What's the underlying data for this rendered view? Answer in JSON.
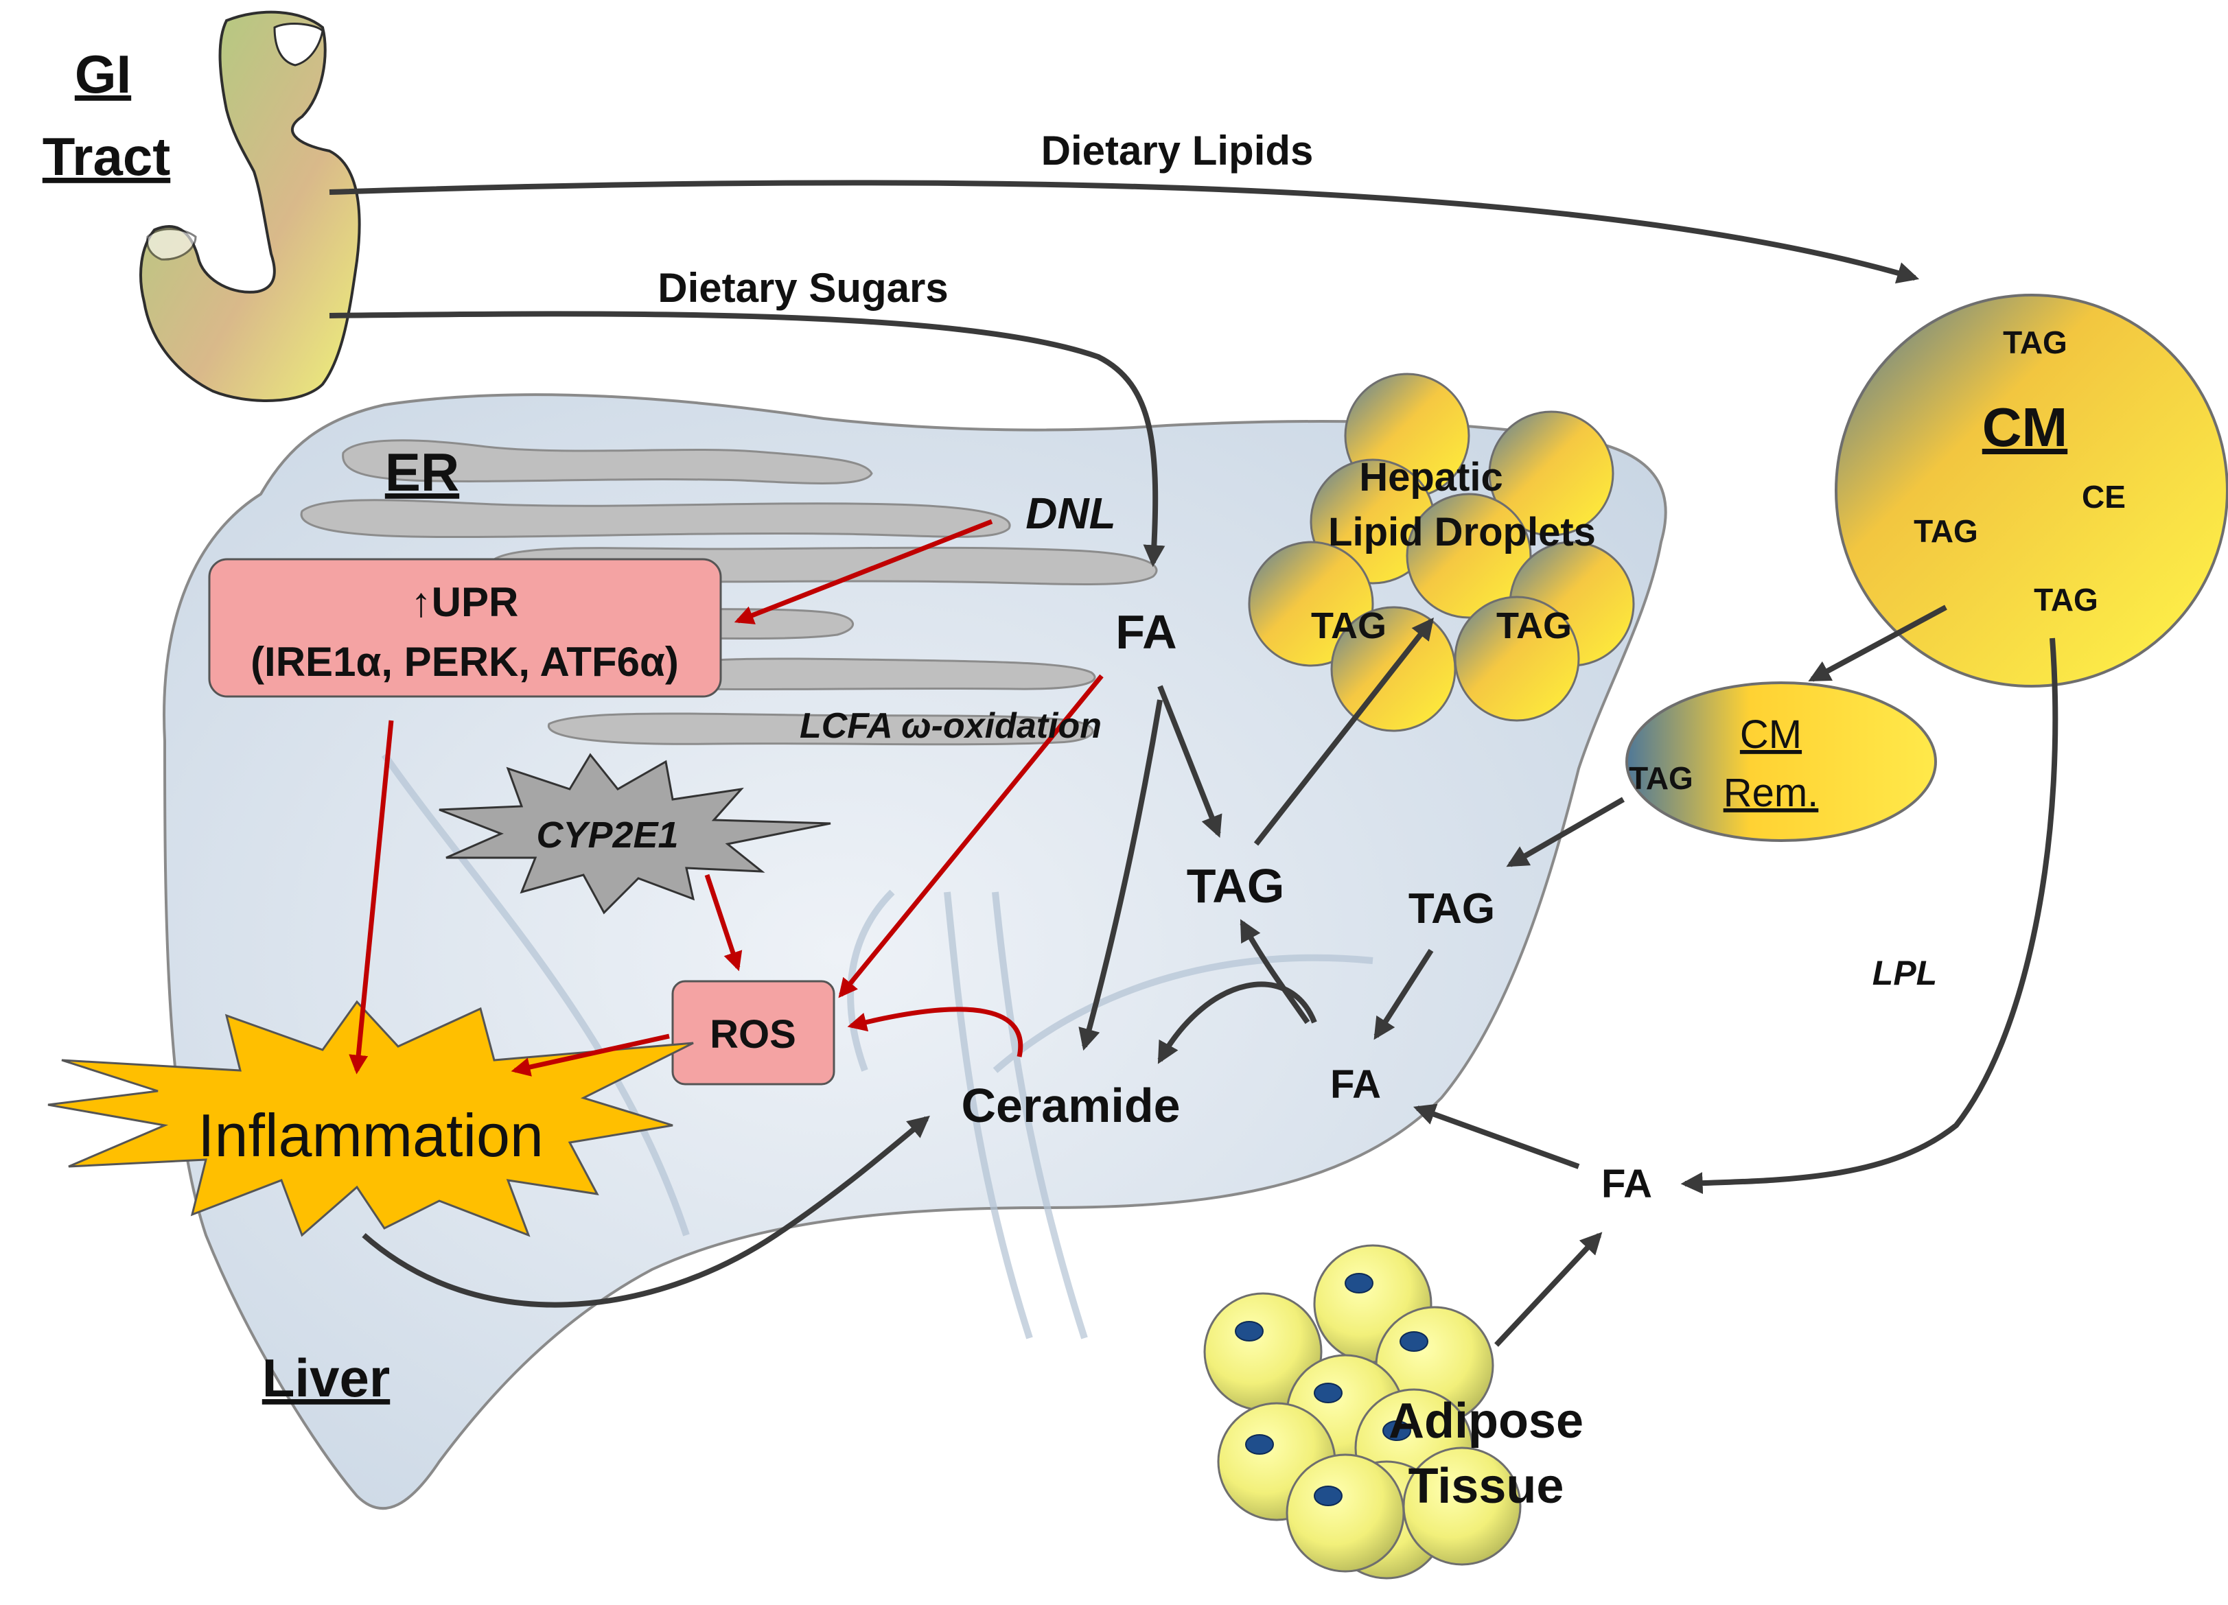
{
  "labels": {
    "gi_tract_line1": "GI",
    "gi_tract_line2": "Tract",
    "dietary_lipids": "Dietary Lipids",
    "dietary_sugars": "Dietary Sugars",
    "er": "ER",
    "dnl": "DNL",
    "upr_line1": "↑UPR",
    "upr_line2": "(IRE1α, PERK, ATF6α)",
    "lcfa_oxidation": "LCFA ω-oxidation",
    "cyp2e1": "CYP2E1",
    "ros": "ROS",
    "inflammation": "Inflammation",
    "ceramide": "Ceramide",
    "liver": "Liver",
    "fa_top": "FA",
    "tag_center": "TAG",
    "hepatic_ld_line1": "Hepatic",
    "hepatic_ld_line2": "Lipid Droplets",
    "ld_tag_left": "TAG",
    "ld_tag_right": "TAG",
    "cm": "CM",
    "cm_tag_top": "TAG",
    "cm_tag_left": "TAG",
    "cm_tag_right": "TAG",
    "cm_ce": "CE",
    "cmrem_line1": "CM",
    "cmrem_line2": "Rem.",
    "cmrem_tag": "TAG",
    "tag_right": "TAG",
    "fa_mid": "FA",
    "lpl": "LPL",
    "fa_bottom": "FA",
    "adipose_line1": "Adipose",
    "adipose_line2": "Tissue"
  },
  "colors": {
    "arrow_dark": "#3a3a3a",
    "arrow_red": "#c00000",
    "box_red": "#f4a3a3",
    "inflammation_fill": "#ffbf00",
    "er_gray": "#bfbfbf",
    "liver_fill": "#dde6f0",
    "lipid_yellow": "#ffd200",
    "lipid_blue": "#5c7f99"
  }
}
